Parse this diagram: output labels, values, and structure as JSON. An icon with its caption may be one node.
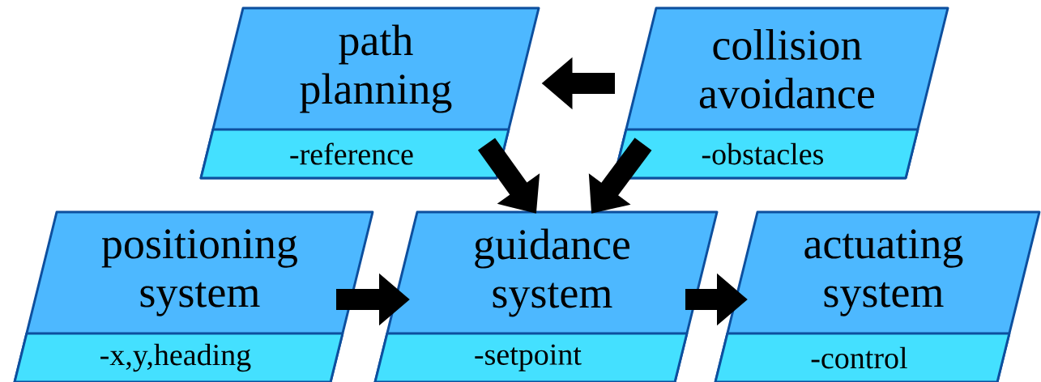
{
  "diagram": {
    "nodes": [
      {
        "text": [
          "path planning",
          "-reference"
        ]
      },
      {
        "text": [
          "collision avoidance",
          "-obstacles"
        ]
      },
      {
        "text": [
          "positioning system",
          "-x,y,heading"
        ]
      },
      {
        "text": [
          "guidance system",
          "-setpoint"
        ]
      },
      {
        "text": [
          "actuating system",
          "-control"
        ]
      }
    ],
    "edges": [
      {
        "from": 1,
        "to": 0,
        "arrow": "to"
      },
      {
        "from": 0,
        "to": 3,
        "arrow": "to"
      },
      {
        "from": 1,
        "to": 3,
        "arrow": "to"
      },
      {
        "from": 2,
        "to": 3,
        "arrow": "to"
      },
      {
        "from": 3,
        "to": 4,
        "arrow": "to"
      }
    ]
  }
}
